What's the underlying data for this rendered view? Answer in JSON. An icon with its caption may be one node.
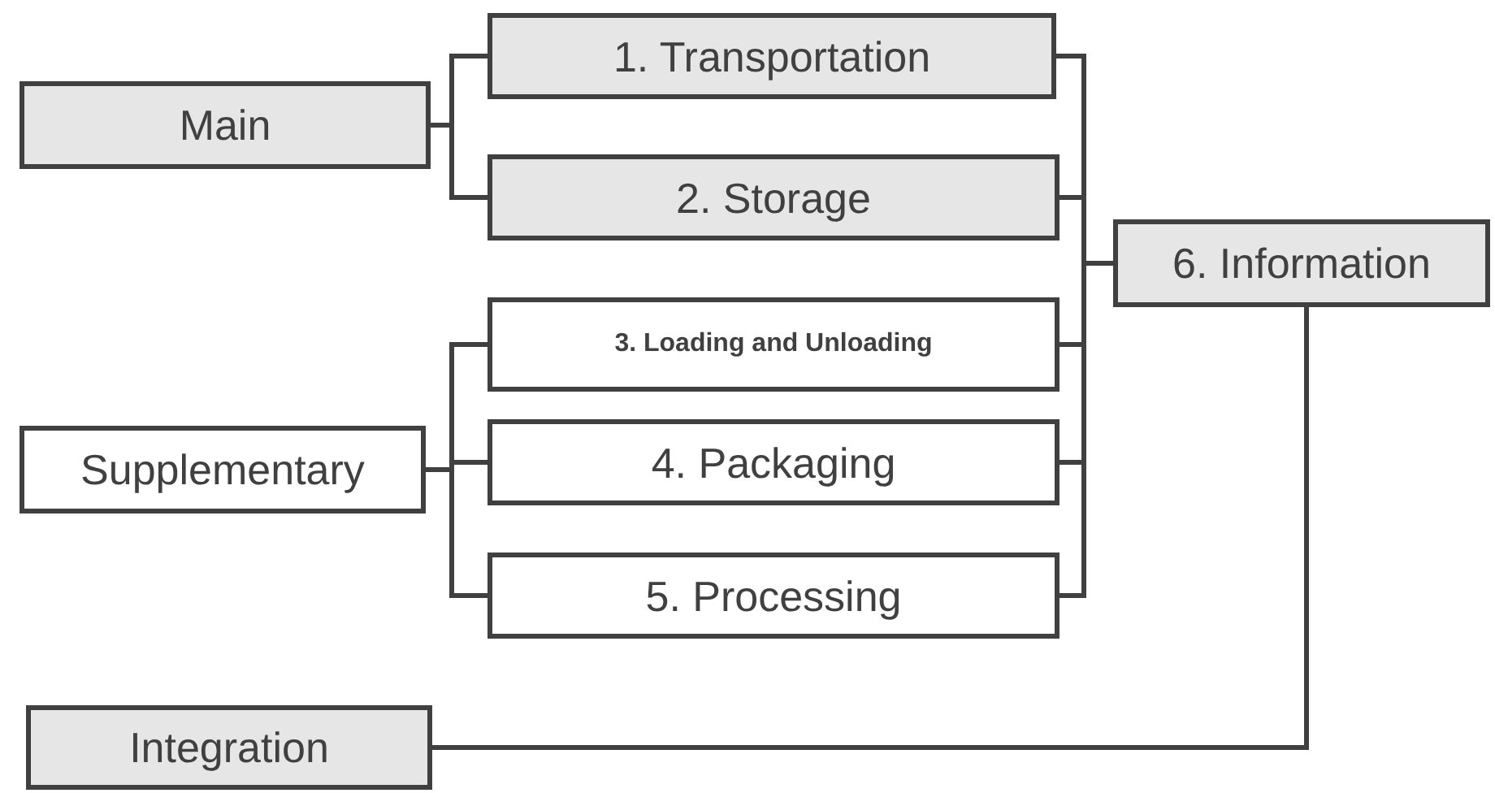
{
  "diagram": {
    "nodes": [
      {
        "text": [
          "Main"
        ]
      },
      {
        "text": [
          "1. Transportation"
        ]
      },
      {
        "text": [
          "2. Storage"
        ]
      },
      {
        "text": [
          "Supplementary"
        ]
      },
      {
        "text": [
          "3. Loading and Unloading"
        ]
      },
      {
        "text": [
          "4. Packaging"
        ]
      },
      {
        "text": [
          "5. Processing"
        ]
      },
      {
        "text": [
          "6. Information"
        ]
      },
      {
        "text": [
          "Integration"
        ]
      }
    ],
    "edges": [
      {
        "from": 0,
        "to": 1,
        "arrow": "none"
      },
      {
        "from": 0,
        "to": 2,
        "arrow": "none"
      },
      {
        "from": 3,
        "to": 4,
        "arrow": "none"
      },
      {
        "from": 3,
        "to": 5,
        "arrow": "none"
      },
      {
        "from": 3,
        "to": 6,
        "arrow": "none"
      },
      {
        "from": 1,
        "to": 7,
        "arrow": "none"
      },
      {
        "from": 2,
        "to": 7,
        "arrow": "none"
      },
      {
        "from": 4,
        "to": 7,
        "arrow": "none"
      },
      {
        "from": 5,
        "to": 7,
        "arrow": "none"
      },
      {
        "from": 6,
        "to": 7,
        "arrow": "none"
      },
      {
        "from": 8,
        "to": 7,
        "arrow": "none"
      }
    ]
  }
}
